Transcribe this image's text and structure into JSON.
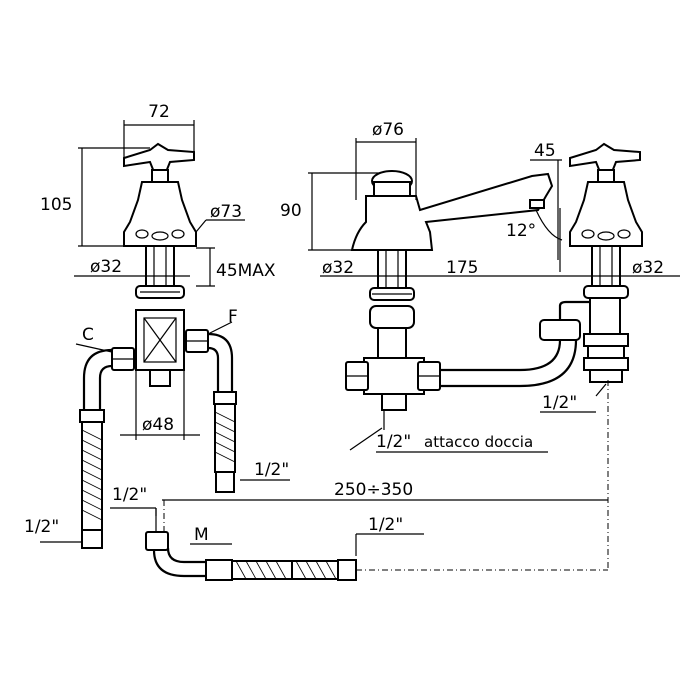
{
  "dimensions": {
    "d72": "72",
    "d105": "105",
    "d73": "ø73",
    "d32_left": "ø32",
    "d45max": "45MAX",
    "d76": "ø76",
    "d45": "45",
    "d90": "90",
    "d12deg": "12°",
    "d32_mid": "ø32",
    "d175": "175",
    "d32_right": "ø32",
    "d48": "ø48",
    "d250_350": "250÷350"
  },
  "callouts": {
    "c": "C",
    "f": "F",
    "m": "M",
    "half_inch_left_hose": "1/2\"",
    "half_inch_left_outlet": "1/2\"",
    "half_inch_bottom_left": "1/2\"",
    "half_inch_bottom_right": "1/2\"",
    "half_inch_right_valve": "1/2\"",
    "half_inch_shower": "1/2\"",
    "shower_connection": "attacco doccia"
  }
}
